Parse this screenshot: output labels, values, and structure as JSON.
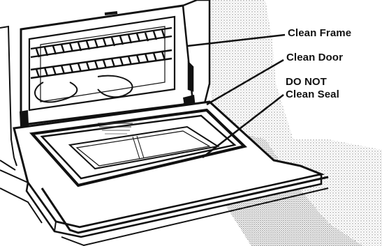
{
  "illustration": {
    "subject": "oven-with-open-door",
    "style": "black-and-white line drawing"
  },
  "callouts": {
    "frame": "Clean Frame",
    "door": "Clean Door",
    "seal_line1": "DO NOT",
    "seal_line2": "Clean Seal"
  },
  "colors": {
    "ink": "#111111",
    "background": "#ffffff",
    "shading": "#9a9a9a"
  }
}
